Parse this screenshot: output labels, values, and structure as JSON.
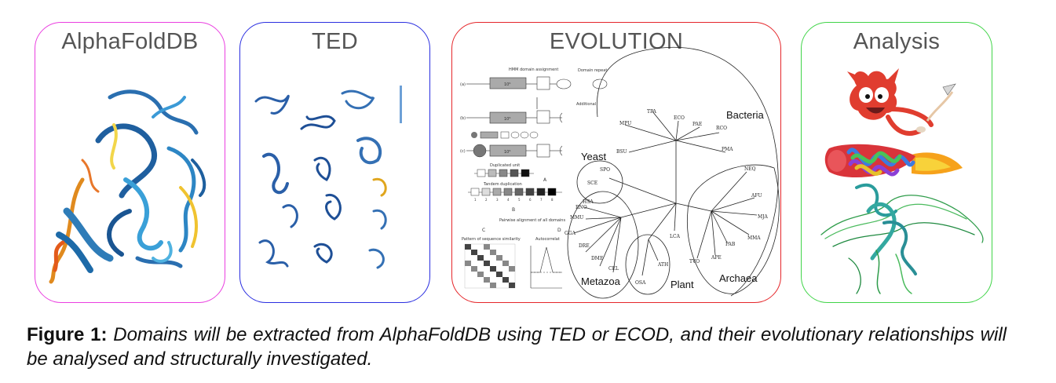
{
  "panels": {
    "alphafold": {
      "title": "AlphaFoldDB",
      "color": "#ea3fe0"
    },
    "ted": {
      "title": "TED",
      "color": "#2a2ee0"
    },
    "evolution": {
      "title": "EVOLUTION",
      "color": "#e5262a",
      "schematic": {
        "hmm_label": "HMM domain assignment",
        "domain_repeat_label": "Domain repeat",
        "additional_label": "Additional",
        "row_labels": [
          "(a)",
          "(b)",
          "(c)"
        ],
        "exponent_label": "10⁶",
        "duplicated_unit": "Duplicated unit",
        "tandem_duplication": "Tandem duplication",
        "pairwise_alignment": "Pairwise alignment of all domains",
        "pattern_label": "Pattern of sequence similarity",
        "autocorrelation_label": "Autocorrelat",
        "step_letters": [
          "A",
          "B",
          "C",
          "D"
        ],
        "unit_numbers": [
          "1",
          "2",
          "3",
          "4",
          "5",
          "6",
          "7",
          "8"
        ]
      },
      "tree": {
        "groups": [
          "Bacteria",
          "Yeast",
          "Metazoa",
          "Plant",
          "Archaea"
        ],
        "taxa": [
          "MPU",
          "TPA",
          "ECO",
          "PAE",
          "RCO",
          "PMA",
          "BSU",
          "SPO",
          "SCE",
          "HSA",
          "RNO",
          "MMU",
          "GGA",
          "DRE",
          "DME",
          "CEL",
          "OSA",
          "ATH",
          "LCA",
          "TVO",
          "APE",
          "PAB",
          "MMA",
          "MJA",
          "AFU",
          "NEQ"
        ]
      }
    },
    "analysis": {
      "title": "Analysis",
      "color": "#40d448"
    }
  },
  "caption": {
    "label": "Figure 1:",
    "text": "Domains will be extracted from AlphaFoldDB using TED or ECOD, and their evolutionary relationships will be analysed and structurally investigated."
  }
}
